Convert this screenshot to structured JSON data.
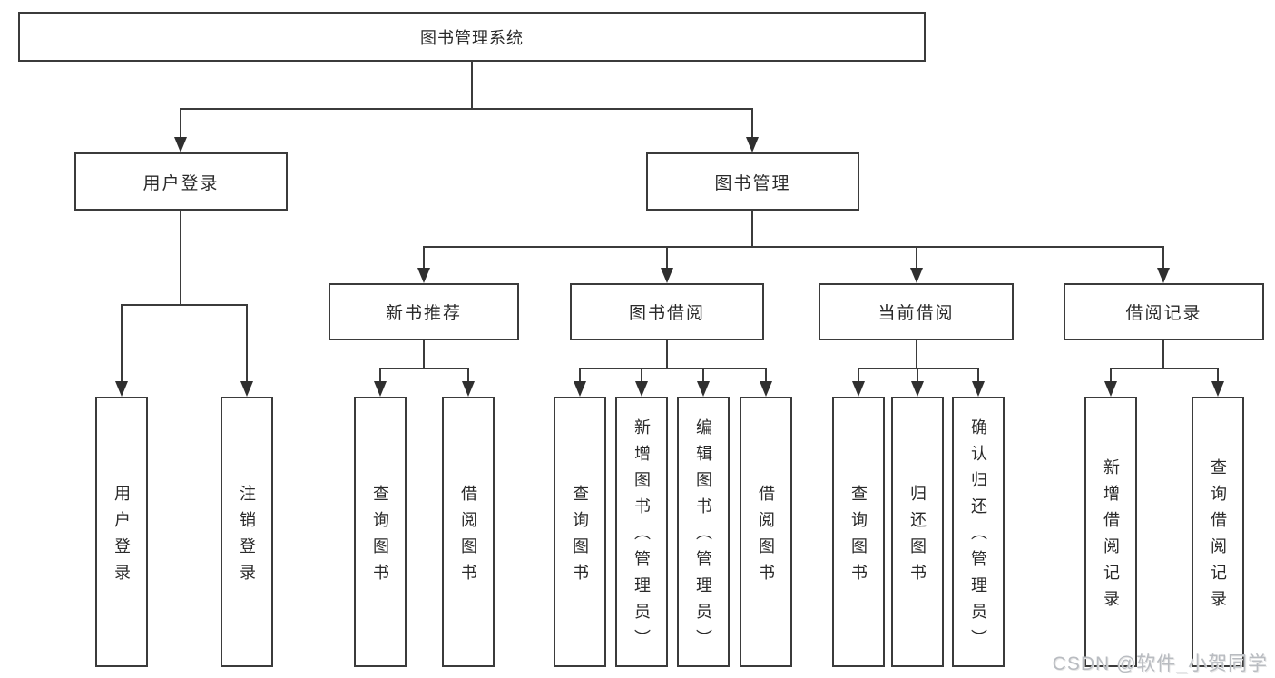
{
  "diagram": {
    "root": {
      "label": "图书管理系统"
    },
    "children": [
      {
        "label": "用户登录",
        "children": [
          {
            "label": "用户登录"
          },
          {
            "label": "注销登录"
          }
        ]
      },
      {
        "label": "图书管理",
        "children": [
          {
            "label": "新书推荐",
            "children": [
              {
                "label": "查询图书"
              },
              {
                "label": "借阅图书"
              }
            ]
          },
          {
            "label": "图书借阅",
            "children": [
              {
                "label": "查询图书"
              },
              {
                "label": "新增图书（管理员）"
              },
              {
                "label": "编辑图书（管理员）"
              },
              {
                "label": "借阅图书"
              }
            ]
          },
          {
            "label": "当前借阅",
            "children": [
              {
                "label": "查询图书"
              },
              {
                "label": "归还图书"
              },
              {
                "label": "确认归还（管理员）"
              }
            ]
          },
          {
            "label": "借阅记录",
            "children": [
              {
                "label": "新增借阅记录"
              },
              {
                "label": "查询借阅记录"
              }
            ]
          }
        ]
      }
    ]
  },
  "watermark": {
    "text": "CSDN @软件_小贺同学",
    "color": "#b9bcc1"
  },
  "colors": {
    "line": "#3b3b3b",
    "arrow": "#2f2f2f",
    "node_border": "#3b3b3b",
    "node_background": "#ffffff",
    "text": "#2a2a2a"
  }
}
